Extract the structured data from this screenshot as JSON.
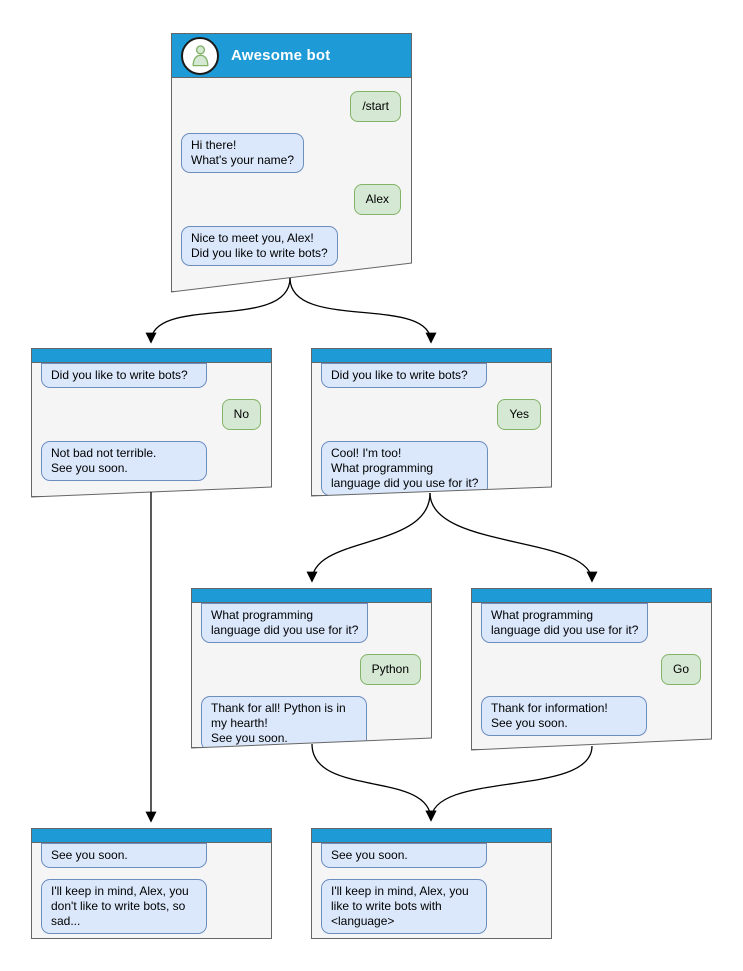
{
  "diagram": {
    "kind": "chat-bot-conversation-flow",
    "bot_title": "Awesome bot"
  },
  "colors": {
    "titlebar_blue": "#1e9bd7",
    "bot_bubble_fill": "#dbe8fb",
    "bot_bubble_border": "#6c8ebf",
    "user_bubble_fill": "#d5e8d4",
    "user_bubble_border": "#82b366",
    "window_fill": "#f5f5f5",
    "window_border": "#666666",
    "arrow": "#000000"
  },
  "icons": {
    "avatar": "bot-person-icon"
  },
  "windows": [
    {
      "name": "root-chat",
      "title": "Awesome bot",
      "messages": [
        {
          "from": "user",
          "text": "/start"
        },
        {
          "from": "bot",
          "text": "Hi there!\nWhat's your name?"
        },
        {
          "from": "user",
          "text": "Alex"
        },
        {
          "from": "bot",
          "text": "Nice to meet you, Alex!\nDid you like to write bots?"
        }
      ]
    },
    {
      "name": "branch-no",
      "messages": [
        {
          "from": "bot",
          "text": "Did you like to write bots?"
        },
        {
          "from": "user",
          "text": "No"
        },
        {
          "from": "bot",
          "text": "Not bad not terrible.\nSee you soon."
        }
      ]
    },
    {
      "name": "branch-yes",
      "messages": [
        {
          "from": "bot",
          "text": "Did you like to write bots?"
        },
        {
          "from": "user",
          "text": "Yes"
        },
        {
          "from": "bot",
          "text": "Cool! I'm too!\nWhat programming\nlanguage did you use for it?"
        }
      ]
    },
    {
      "name": "branch-python",
      "messages": [
        {
          "from": "bot",
          "text": "What programming\nlanguage did you use for it?"
        },
        {
          "from": "user",
          "text": "Python"
        },
        {
          "from": "bot",
          "text": "Thank for all! Python is in\nmy hearth!\nSee you soon."
        }
      ]
    },
    {
      "name": "branch-go",
      "messages": [
        {
          "from": "bot",
          "text": "What programming\nlanguage did you use for it?"
        },
        {
          "from": "user",
          "text": "Go"
        },
        {
          "from": "bot",
          "text": "Thank for information!\nSee you soon."
        }
      ]
    },
    {
      "name": "end-dont-like",
      "messages": [
        {
          "from": "bot",
          "text": "See you soon."
        },
        {
          "from": "bot",
          "text": "I'll keep in mind, Alex, you\ndon't like to write bots, so\nsad..."
        }
      ]
    },
    {
      "name": "end-like",
      "messages": [
        {
          "from": "bot",
          "text": "See you soon."
        },
        {
          "from": "bot",
          "text": "I'll keep in mind, Alex, you\nlike to write bots with\n<language>"
        }
      ]
    }
  ]
}
